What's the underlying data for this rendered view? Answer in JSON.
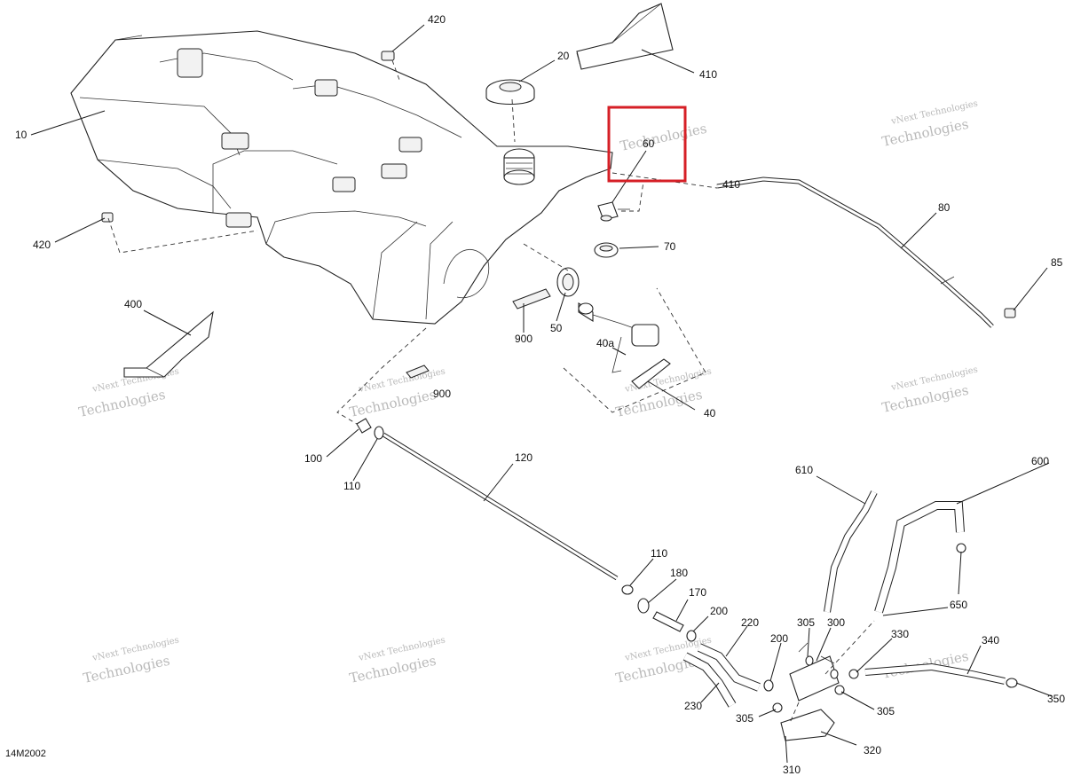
{
  "diagram_code": "14M2002",
  "watermark": {
    "line1": "vNext Technologies",
    "line2": "vNext",
    "line3": "Technologies"
  },
  "callouts": {
    "c10": "10",
    "c20": "20",
    "c40": "40",
    "c40a": "40a",
    "c50": "50",
    "c60": "60",
    "c70": "70",
    "c80": "80",
    "c85": "85",
    "c100": "100",
    "c110a": "110",
    "c110b": "110",
    "c120": "120",
    "c170": "170",
    "c180": "180",
    "c200a": "200",
    "c200b": "200",
    "c220": "220",
    "c230": "230",
    "c300": "300",
    "c305a": "305",
    "c305b": "305",
    "c305c": "305",
    "c310": "310",
    "c320": "320",
    "c330": "330",
    "c340": "340",
    "c350": "350",
    "c400": "400",
    "c410a": "410",
    "c410b": "410",
    "c420a": "420",
    "c420b": "420",
    "c600": "600",
    "c610": "610",
    "c650": "650",
    "c900a": "900",
    "c900b": "900"
  },
  "highlight": {
    "target_part": "60",
    "color": "#d61f26"
  }
}
